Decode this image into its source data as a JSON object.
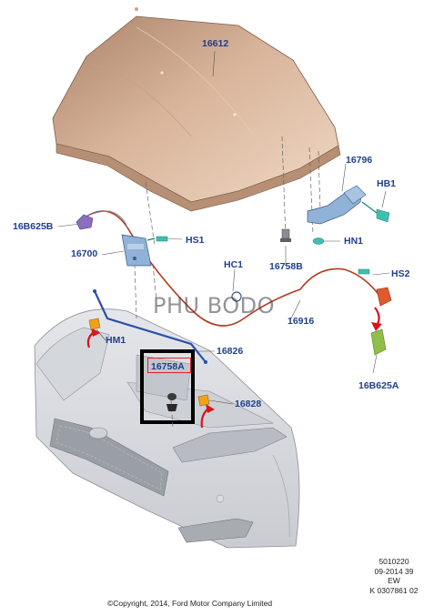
{
  "labels": {
    "hood": "16612",
    "hinge_right": "16796",
    "bolt_hb1": "HB1",
    "cable_end_left": "16B625B",
    "lock_assembly": "16700",
    "screw_hs1": "HS1",
    "nut_hn1": "HN1",
    "clip_hc1": "HC1",
    "bump_stop": "16758B",
    "screw_hs2": "HS2",
    "release_cable": "16916",
    "cable_end_right": "16B625A",
    "clip_hm1": "HM1",
    "support_rod": "16826",
    "rod_grommet": "16758A",
    "rod_clip": "16828"
  },
  "watermark": "PHU BODO",
  "footer": {
    "code": "5010220",
    "date": "09-2014 39",
    "ew": "EW",
    "ref": "K 0307861 02",
    "copyright": "©Copyright, 2014, Ford Motor Company Limited"
  },
  "colors": {
    "label": "#1f3f8f",
    "hood": "#d9b49a",
    "cable": "#b13a1e",
    "highlight_arrow": "#d8141c",
    "part_blue": "#8fb2d6",
    "part_teal": "#3fbfb0",
    "part_purple": "#8a6fc0",
    "part_green": "#8fbf4a",
    "part_orange": "#f2a21a"
  }
}
